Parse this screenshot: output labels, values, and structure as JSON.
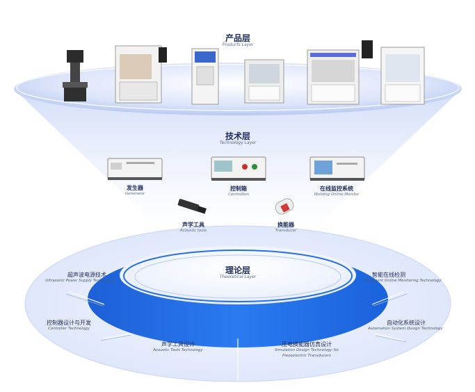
{
  "product_layer": {
    "title": "产品层",
    "subtitle": "Products Layer"
  },
  "technology_layer": {
    "title": "技术层",
    "subtitle": "Technology Layer",
    "items": [
      {
        "cn": "发生器",
        "en": "Generator"
      },
      {
        "cn": "控制箱",
        "en": "Controllers"
      },
      {
        "cn": "在线监控系统",
        "en": "Welding Online Monitor"
      },
      {
        "cn": "声学工具",
        "en": "Acoustic tools"
      },
      {
        "cn": "换能器",
        "en": "Transducer"
      }
    ]
  },
  "theory_layer": {
    "title": "理论层",
    "subtitle": "Theoretical Layer",
    "capabilities": [
      {
        "cn": "超声波电源技术",
        "en": "Ultrasonic Power Supply Technology"
      },
      {
        "cn": "智能在线检测",
        "en": "Intelligent Online Monitoring Technology"
      },
      {
        "cn": "控制器设计与开发",
        "en": "Controller Technology"
      },
      {
        "cn": "自动化系统设计",
        "en": "Automation System Design Technology"
      },
      {
        "cn": "声学工具设计",
        "en": "Acoustic Tools Technology"
      },
      {
        "cn": "压电换能器仿真设计",
        "en": "Simulation Design Technology for",
        "en2": "Piezoelectric Transducers"
      }
    ]
  },
  "colors": {
    "primary_blue": "#1a6ee0",
    "light_blue": "#dfe7fb",
    "navy": "#1f2d5a"
  }
}
